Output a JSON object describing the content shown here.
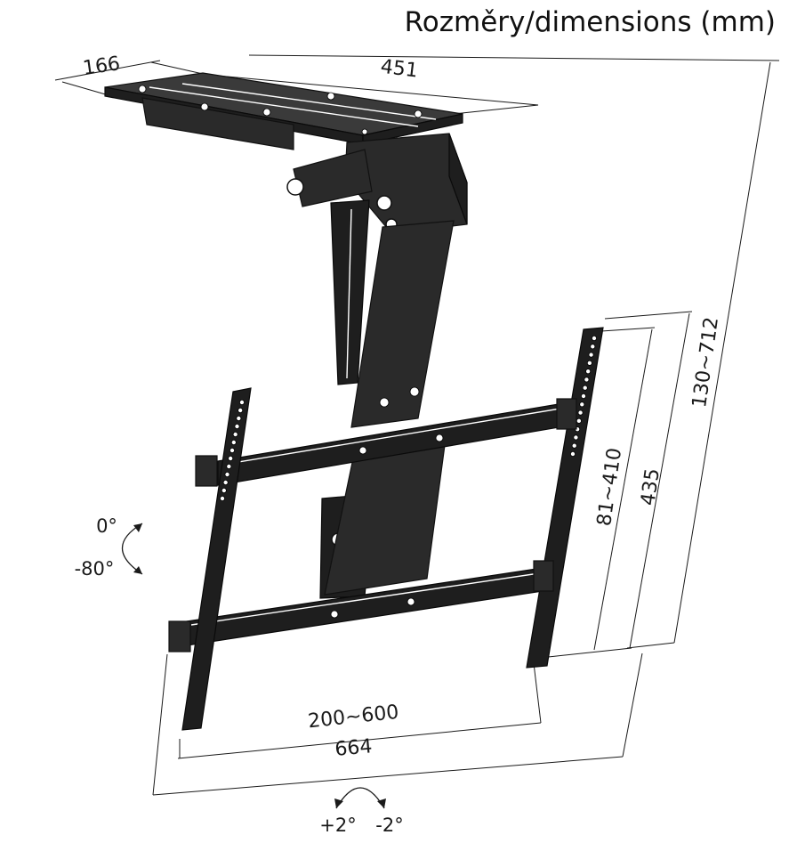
{
  "title": "Rozměry/dimensions (mm)",
  "dimensions": {
    "depth": "166",
    "width": "451",
    "height_range": "130~712",
    "vesa_vertical": "81~410",
    "rail_height": "435",
    "vesa_horizontal": "200~600",
    "overall_width": "664"
  },
  "tilt": {
    "top": "0°",
    "bottom": "-80°"
  },
  "swivel": {
    "left": "+2°",
    "right": "-2°"
  }
}
